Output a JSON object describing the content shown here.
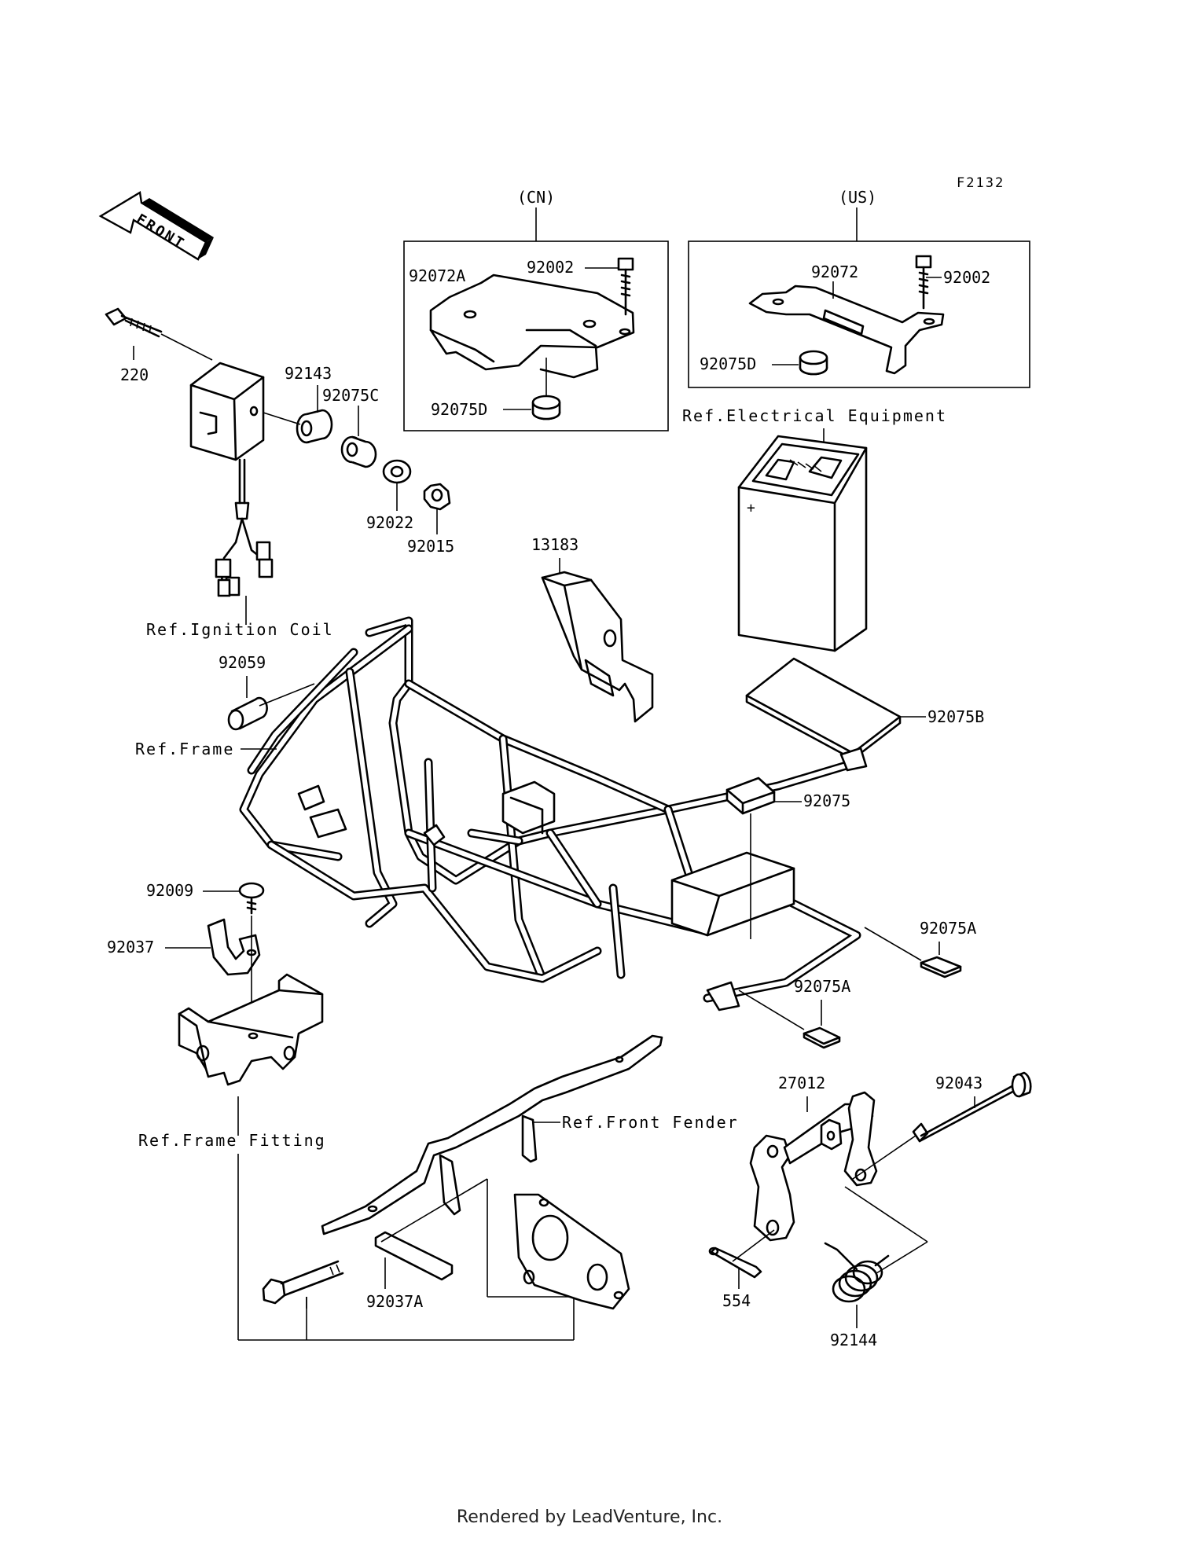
{
  "figure_code": "F2132",
  "direction_arrow": "FRONT",
  "regions": {
    "cn": "(CN)",
    "us": "(US)"
  },
  "parts": {
    "p220": "220",
    "p92143": "92143",
    "p92075C": "92075C",
    "p92022": "92022",
    "p92015": "92015",
    "p92072A": "92072A",
    "p92002_cn": "92002",
    "p92075D_cn": "92075D",
    "p92072": "92072",
    "p92002_us": "92002",
    "p92075D_us": "92075D",
    "p13183": "13183",
    "p92059": "92059",
    "p92075B": "92075B",
    "p92075": "92075",
    "p92009": "92009",
    "p92037": "92037",
    "p92075A_1": "92075A",
    "p92075A_2": "92075A",
    "p27012": "27012",
    "p92043": "92043",
    "p92037A": "92037A",
    "p554": "554",
    "p92144": "92144"
  },
  "refs": {
    "electrical": "Ref.Electrical Equipment",
    "ignition": "Ref.Ignition Coil",
    "frame": "Ref.Frame",
    "frame_fitting": "Ref.Frame Fitting",
    "front_fender": "Ref.Front Fender"
  },
  "credit": "Rendered by LeadVenture, Inc."
}
